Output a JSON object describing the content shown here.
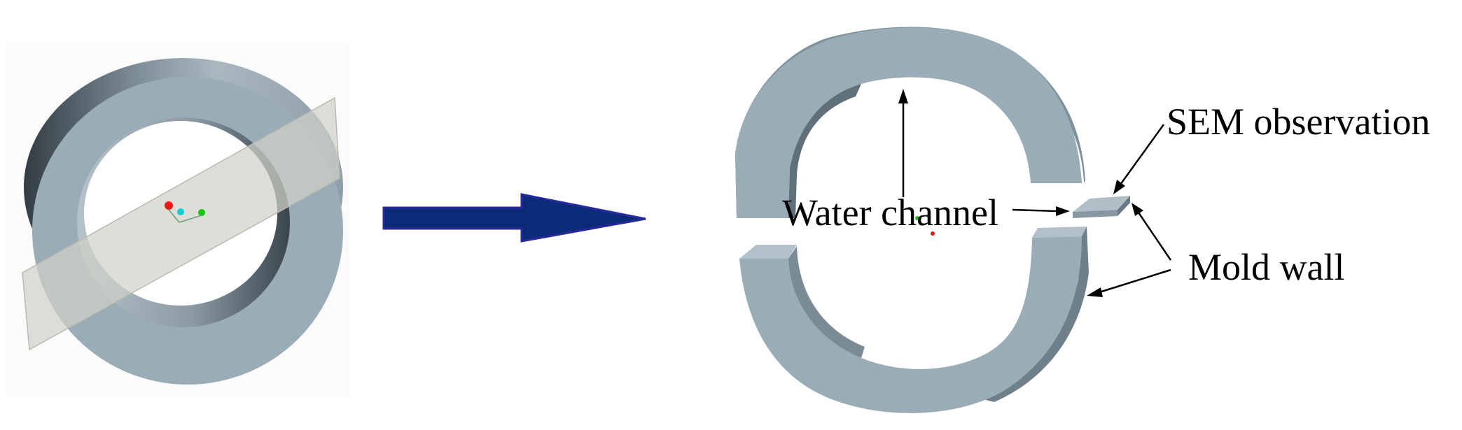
{
  "labels": {
    "sem_observation": "SEM observation",
    "water_channel": "Water channel",
    "mold_wall": "Mold wall"
  },
  "colors": {
    "ring_face": "#9aacb6",
    "ring_dark": "#3f4a52",
    "ring_side": "#7f919c",
    "plane": "#cfd1c8",
    "arrow_fill": "#0b2a7a",
    "arrow_stroke": "#2a2a9a",
    "background": "#ffffff"
  }
}
